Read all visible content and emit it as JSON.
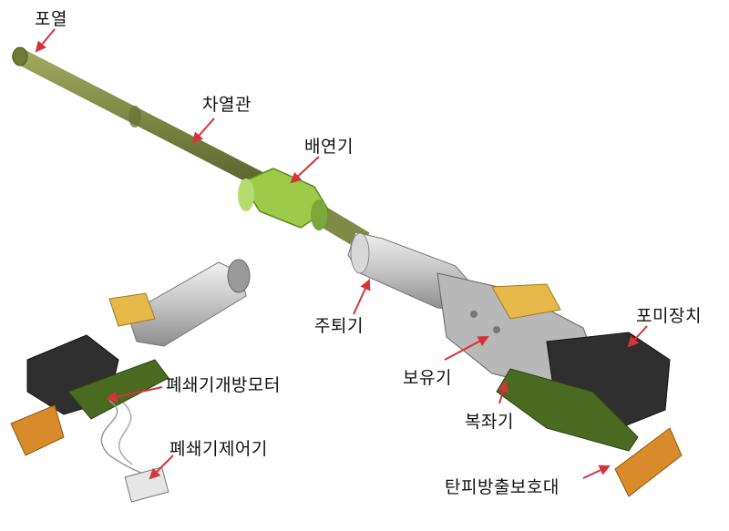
{
  "diagram": {
    "labels": {
      "muzzle": "포열",
      "barrel_tube": "차열관",
      "bore_evacuator": "배연기",
      "recoil_mechanism": "주퇴기",
      "breech_mechanism": "포미장치",
      "recuperator": "보유기",
      "recoil_buffer": "복좌기",
      "case_deflector": "탄피방출보호대",
      "breech_opening_motor": "폐쇄기개방모터",
      "breech_controller": "폐쇄기제어기"
    },
    "colors": {
      "barrel": "#7f8a45",
      "evacuator": "#9ccb4a",
      "sleeve": "#c8c8c8",
      "breech_dark": "#2f2f2f",
      "cradle_green": "#4a6a22",
      "highlight_yellow": "#e6b84a",
      "deflector_orange": "#d98a2a",
      "arrow_red": "#d8323a"
    }
  }
}
